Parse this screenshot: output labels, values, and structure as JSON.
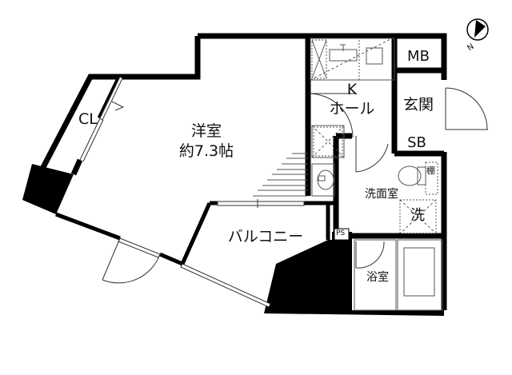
{
  "plan": {
    "rooms": {
      "closet": "CL",
      "western_room_name": "洋室",
      "western_room_size": "約7.3帖",
      "kitchen_k": "K",
      "kitchen_hall": "ホール",
      "meter_box": "MB",
      "entrance": "玄関",
      "shoe_box": "SB",
      "shelf": "棚",
      "washroom": "洗面室",
      "washer": "洗",
      "bathroom": "浴室",
      "balcony": "バルコニー",
      "pipe_space": "PS"
    },
    "compass": {
      "label": "N",
      "icon": "north-arrow-icon"
    },
    "colors": {
      "wall": "#000000",
      "background": "#ffffff",
      "line": "#555555"
    }
  }
}
